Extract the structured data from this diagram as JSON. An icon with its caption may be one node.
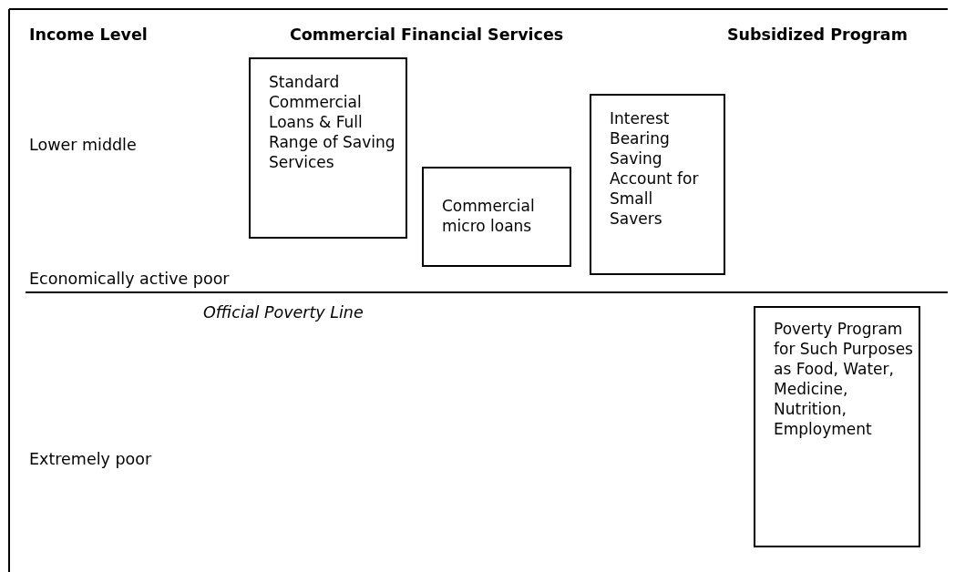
{
  "diagram": {
    "nodes": [
      {
        "text": [
          "Standard Commercial Loans & Full Range of Saving Services"
        ]
      },
      {
        "text": [
          "Commercial micro loans"
        ]
      },
      {
        "text": [
          "Interest Bearing Saving Account for Small Savers"
        ]
      },
      {
        "text": [
          "Poverty Program for Such Purposes as Food, Water, Medicine, Nutrition, Employment"
        ]
      }
    ],
    "edges": [],
    "labels": [
      "Income Level",
      "Commercial Financial Services",
      "Subsidized Program",
      "Lower middle",
      "Economically active poor",
      "Official Poverty Line",
      "Extremely poor"
    ]
  }
}
